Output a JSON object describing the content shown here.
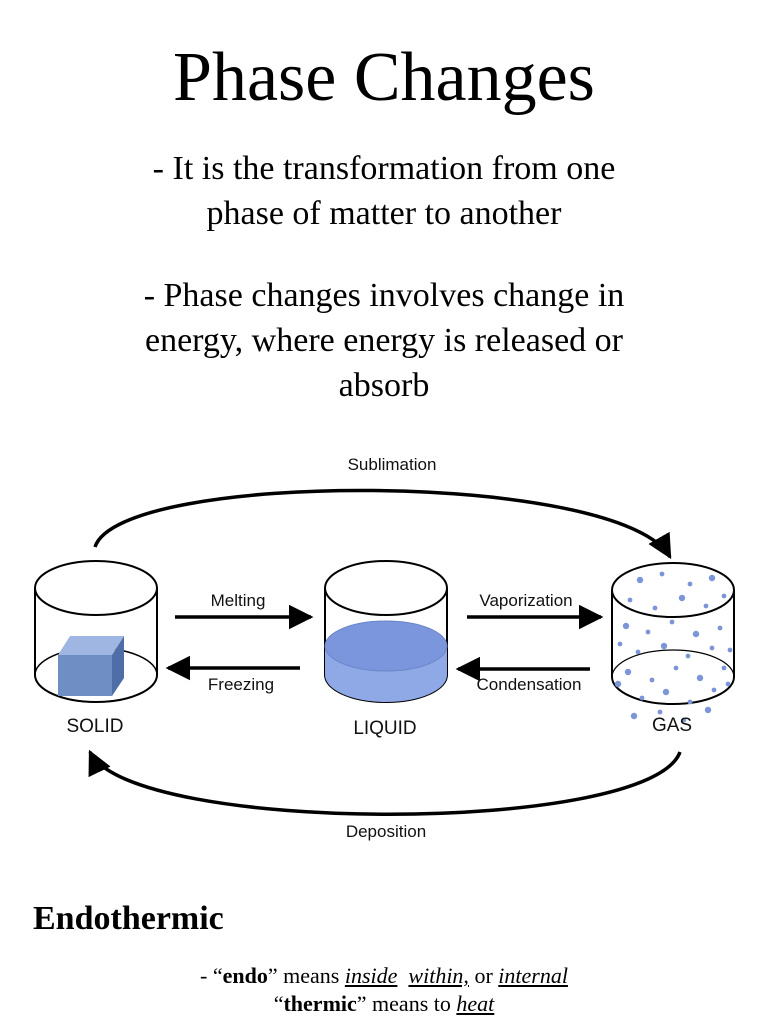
{
  "title": "Phase Changes",
  "paragraphs": [
    [
      "- It is the transformation from one",
      "phase of matter to another"
    ],
    [
      "- Phase changes involves change in",
      "energy, where energy is released or",
      "absorb"
    ]
  ],
  "diagram": {
    "states": {
      "solid": "SOLID",
      "liquid": "LIQUID",
      "gas": "GAS"
    },
    "transitions": {
      "sublimation": "Sublimation",
      "melting": "Melting",
      "freezing": "Freezing",
      "vaporization": "Vaporization",
      "condensation": "Condensation",
      "deposition": "Deposition"
    },
    "colors": {
      "solid_block": "#6f8fc4",
      "liquid": "#8fa8e6",
      "gas_particles": "#7b95d8"
    }
  },
  "section": {
    "heading": "Endothermic",
    "line1": {
      "prefix": "- “",
      "term": "endo",
      "mid": "” means ",
      "w1": "inside",
      "sp1": "  ",
      "w2": "within,",
      "sp2": " or ",
      "w3": "internal"
    },
    "line2": {
      "open": "“",
      "term": "thermic",
      "mid": "” means to ",
      "w1": "heat"
    }
  }
}
